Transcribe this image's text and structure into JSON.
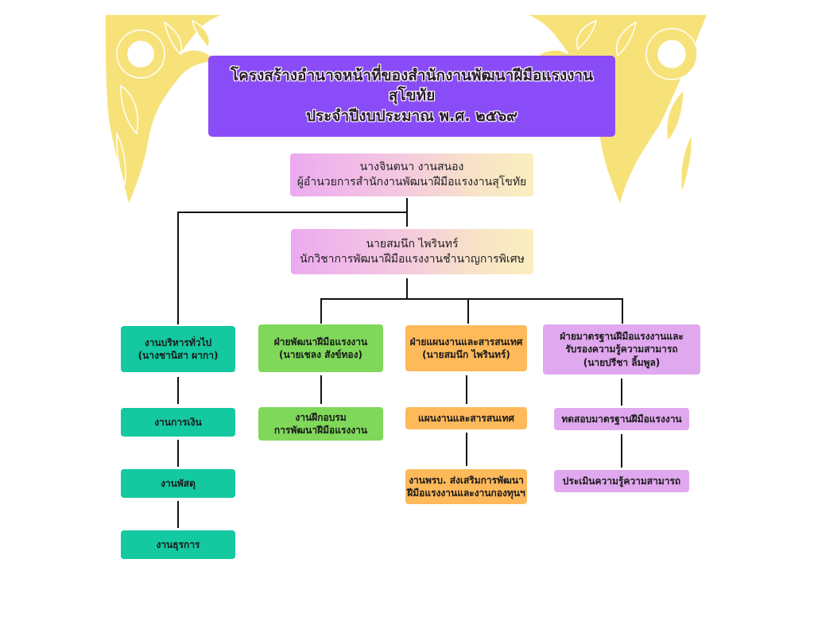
{
  "title": {
    "line1": "โครงสร้างอำนาจหน้าที่ของสำนักงานพัฒนาฝีมือแรงงานสุโขทัย",
    "line2": "ประจำปีงบประมาณ พ.ศ. ๒๕๖๙"
  },
  "director": {
    "name": "นางจินตนา งานสนอง",
    "position": "ผู้อำนวยการสำนักงานพัฒนาฝีมือแรงงานสุโขทัย"
  },
  "specialist": {
    "name": "นายสมนึก ไพรินทร์",
    "position": "นักวิชาการพัฒนาฝีมือแรงงานชำนาญการพิเศษ"
  },
  "divisions": [
    {
      "line1": "งานบริหารทั่วไป",
      "line2": "(นางชานิสา ผากา)",
      "color": "#14c8a0",
      "units": [
        "งานการเงิน",
        "งานพัสดุ",
        "งานธุรการ"
      ]
    },
    {
      "line1": "ฝ่ายพัฒนาฝีมือแรงงาน",
      "line2": "(นายเชลง สังข์ทอง)",
      "color": "#7fd85a",
      "units": [
        {
          "line1": "งานฝึกอบรม",
          "line2": "การพัฒนาฝีมือแรงงาน"
        }
      ]
    },
    {
      "line1": "ฝ่ายแผนงานและสารสนเทศ",
      "line2": "(นายสมนึก ไพรินทร์)",
      "color": "#fdb95a",
      "units": [
        {
          "line1": "แผนงานและสารสนเทศ"
        },
        {
          "line1": "งานพรบ. ส่งเสริมการพัฒนา",
          "line2": "ฝีมือแรงงานและงานกองทุนฯ"
        }
      ]
    },
    {
      "line1": "ฝ่ายมาตรฐานฝีมือแรงงานและ",
      "line2": "รับรองความรู้ความสามารถ",
      "line3": "(นายปรีชา ลิ้มพูล)",
      "color": "#e0a8ee",
      "units": [
        "ทดสอบมาตรฐานฝีมือแรงงาน",
        "ประเมินความรู้ความสามารถ"
      ]
    }
  ],
  "decoration": {
    "corner_ornament": "thai-kanok-corner-ornament",
    "ornament_color": "#f7e27a"
  }
}
